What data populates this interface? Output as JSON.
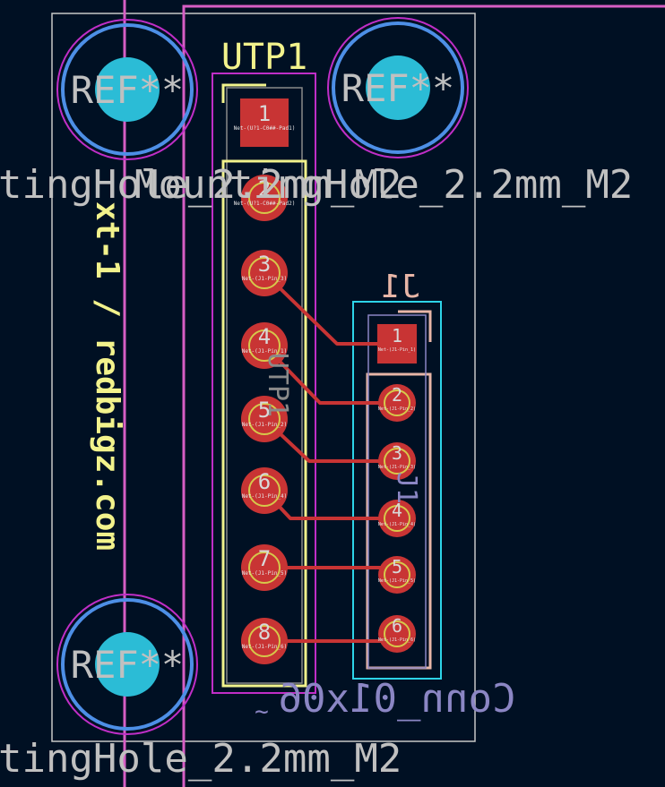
{
  "colors": {
    "background": "#001023",
    "board_edge": "#c7c7c7",
    "courtyard": "#d65ec4",
    "mount_ring_outer": "#c02ec7",
    "mount_ring_inner": "#4d8fe6",
    "mount_drill": "#2bbcd6",
    "pad": "#c83434",
    "pad_ring_highlight": "#d6c84a",
    "silk": "#f2f28c",
    "fab_text": "#c0c0c0",
    "back_silk": "#e8b6a7",
    "back_fab": "#8b86c4",
    "connector_outline": "#2dd4e8",
    "track": "#c83434"
  },
  "ref_text": {
    "utp1": "UTP1",
    "j1_back": "J1",
    "mount_ref": "REF**",
    "mount_value": "MountingHole_2.2mm_M2",
    "conn_value": "Conn_01x06",
    "silk_credit": "xt-1 / redbigz.com"
  },
  "utp1_pins": [
    {
      "num": "1",
      "net": "Net-(U?1-C0##-Pad1)"
    },
    {
      "num": "2",
      "net": "Net-(U?1-C0##-Pad2)"
    },
    {
      "num": "3",
      "net": "Net-(J1-Pin_3)"
    },
    {
      "num": "4",
      "net": "Net-(J1-Pin_1)"
    },
    {
      "num": "5",
      "net": "Net-(J1-Pin_2)"
    },
    {
      "num": "6",
      "net": "Net-(J1-Pin_4)"
    },
    {
      "num": "7",
      "net": "Net-(J1-Pin_5)"
    },
    {
      "num": "8",
      "net": "Net-(J1-Pin_6)"
    }
  ],
  "j1_pins": [
    {
      "num": "1",
      "net": "Net-(J1-Pin_1)"
    },
    {
      "num": "2",
      "net": "Net-(J1-Pin_2)"
    },
    {
      "num": "3",
      "net": "Net-(J1-Pin_3)"
    },
    {
      "num": "4",
      "net": "Net-(J1-Pin_4)"
    },
    {
      "num": "5",
      "net": "Net-(J1-Pin_5)"
    },
    {
      "num": "6",
      "net": "Net-(J1-Pin_6)"
    }
  ]
}
